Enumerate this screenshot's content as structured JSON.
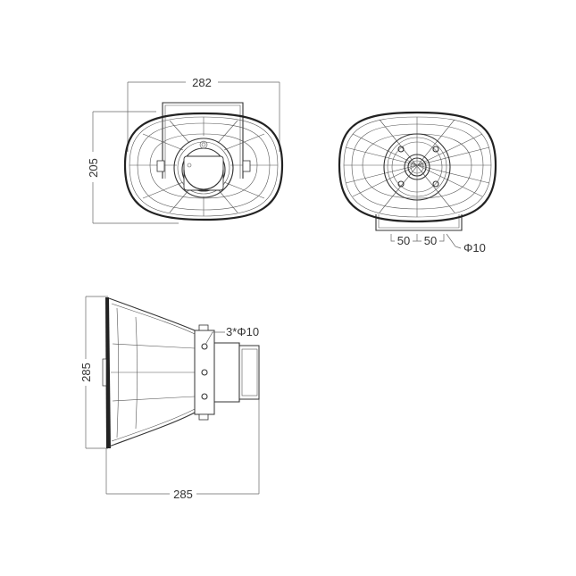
{
  "drawing": {
    "subject": "horn speaker dimension drawing",
    "line_color": "#222222",
    "background": "#ffffff"
  },
  "views": {
    "rear": {
      "width_label": "282",
      "height_label": "205"
    },
    "front": {
      "spacing_left_label": "50",
      "spacing_right_label": "50",
      "hole_label": "Φ10"
    },
    "side": {
      "height_label": "285",
      "depth_label": "285",
      "holes_label": "3*Φ10"
    }
  }
}
